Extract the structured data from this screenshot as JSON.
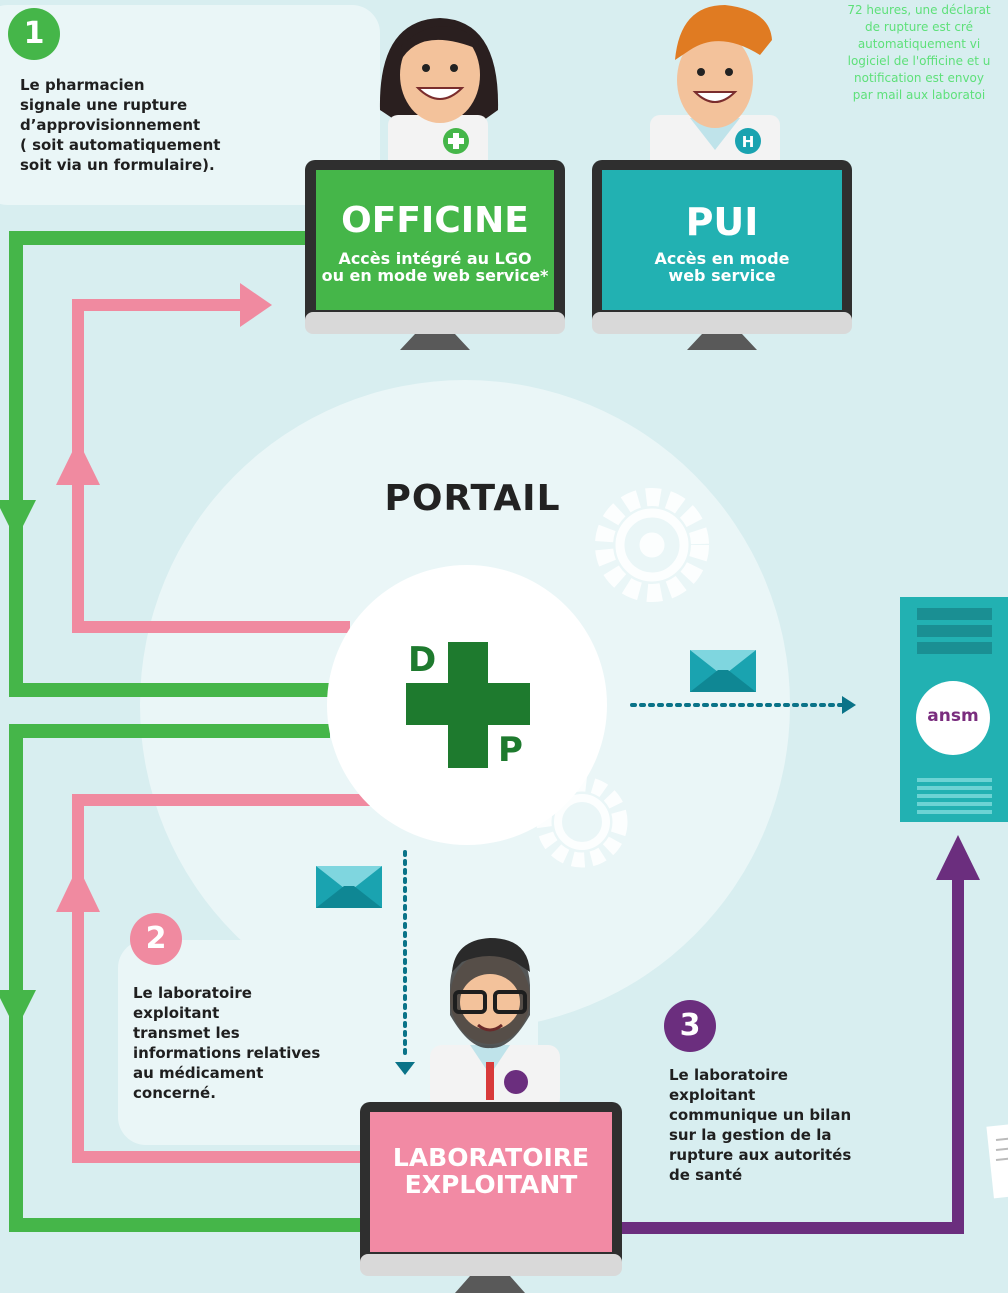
{
  "note_top_right": "72 heures, une déclarat\nde rupture est cré\nautomatiquement vi\nlogiciel de l'officine et u\nnotification est envoy\npar mail aux laboratoi",
  "step1": {
    "number": "1",
    "text": "Le pharmacien\nsignale une rupture\nd’approvisionnement\n( soit automatiquement\nsoit via un formulaire)."
  },
  "step2": {
    "number": "2",
    "text": "Le laboratoire\nexploitant\ntransmet les\ninformations relatives\nau médicament\nconcerné."
  },
  "step3": {
    "number": "3",
    "text": "Le laboratoire\nexploitant\ncommunique un bilan\nsur la gestion de la\nrupture aux autorités\nde santé"
  },
  "officine": {
    "title": "OFFICINE",
    "subtitle": "Accès intégré au LGO\nou en mode web service*"
  },
  "pui": {
    "title": "PUI",
    "subtitle": "Accès en mode\nweb service"
  },
  "portail": {
    "title": "PORTAIL",
    "logo_letter_d": "D",
    "logo_letter_p": "P"
  },
  "laboratoire": {
    "title": "LABORATOIRE\nEXPLOITANT"
  },
  "ansm": {
    "label": "ansm"
  },
  "colors": {
    "green": "#45b649",
    "pink": "#f08aa0",
    "purple": "#6b2e7e",
    "teal": "#0a7388",
    "screen_teal": "#22b1b2",
    "lab_pink": "#f28aa4",
    "dp_green": "#1e7a2e"
  }
}
